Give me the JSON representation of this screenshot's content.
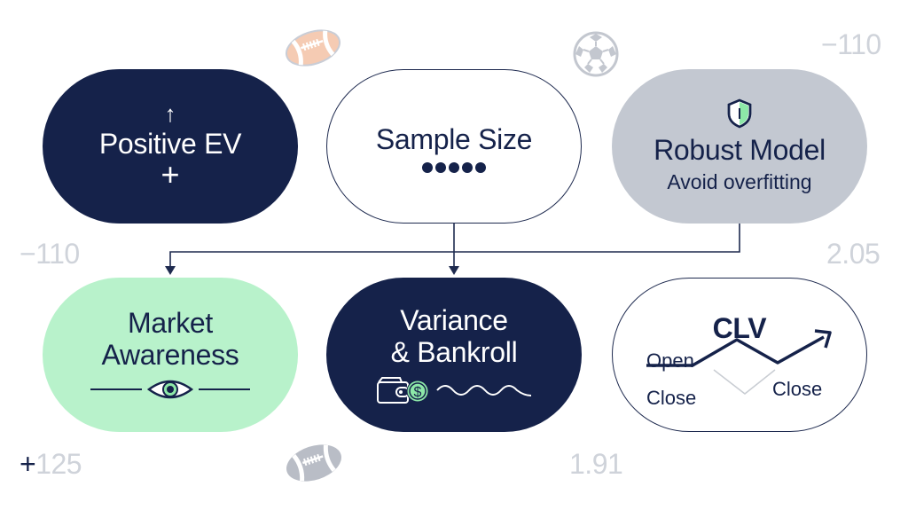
{
  "colors": {
    "navy": "#15224a",
    "mint": "#b8f2cb",
    "mint_accent": "#8de8a8",
    "grey": "#c3c8d1",
    "faded_text": "#cfd3da",
    "football_tan": "#f5cbb3"
  },
  "nodes": {
    "positive_ev": {
      "title": "Positive EV",
      "icons": [
        "arrow-up-icon",
        "plus-icon"
      ],
      "arrow_glyph": "↑",
      "plus_glyph": "+"
    },
    "sample_size": {
      "title": "Sample Size",
      "dots": 5
    },
    "robust_model": {
      "title": "Robust Model",
      "subtitle": "Avoid overfitting",
      "icon": "shield-icon"
    },
    "market_awareness": {
      "title_line1": "Market",
      "title_line2": "Awareness",
      "icon": "eye-icon"
    },
    "variance_bankroll": {
      "title_line1": "Variance",
      "title_line2": "& Bankroll",
      "icons": [
        "wallet-icon",
        "dollar-coin-icon",
        "wave-icon"
      ],
      "coin_glyph": "$"
    },
    "clv": {
      "title": "CLV",
      "label_open": "Open",
      "label_close_left": "Close",
      "label_close_right": "Close"
    }
  },
  "connectors": [
    {
      "from": "sample_size",
      "to": "variance_bankroll"
    },
    {
      "from": "robust_model",
      "to": "market_awareness"
    }
  ],
  "decorations": {
    "odds": {
      "top_right": "−110",
      "mid_left": "−110",
      "mid_right": "2.05",
      "bottom_left_sign": "+",
      "bottom_left_value": "125",
      "bottom_center": "1.91"
    },
    "balls": [
      "football-icon",
      "soccer-ball-icon",
      "football-icon"
    ]
  }
}
